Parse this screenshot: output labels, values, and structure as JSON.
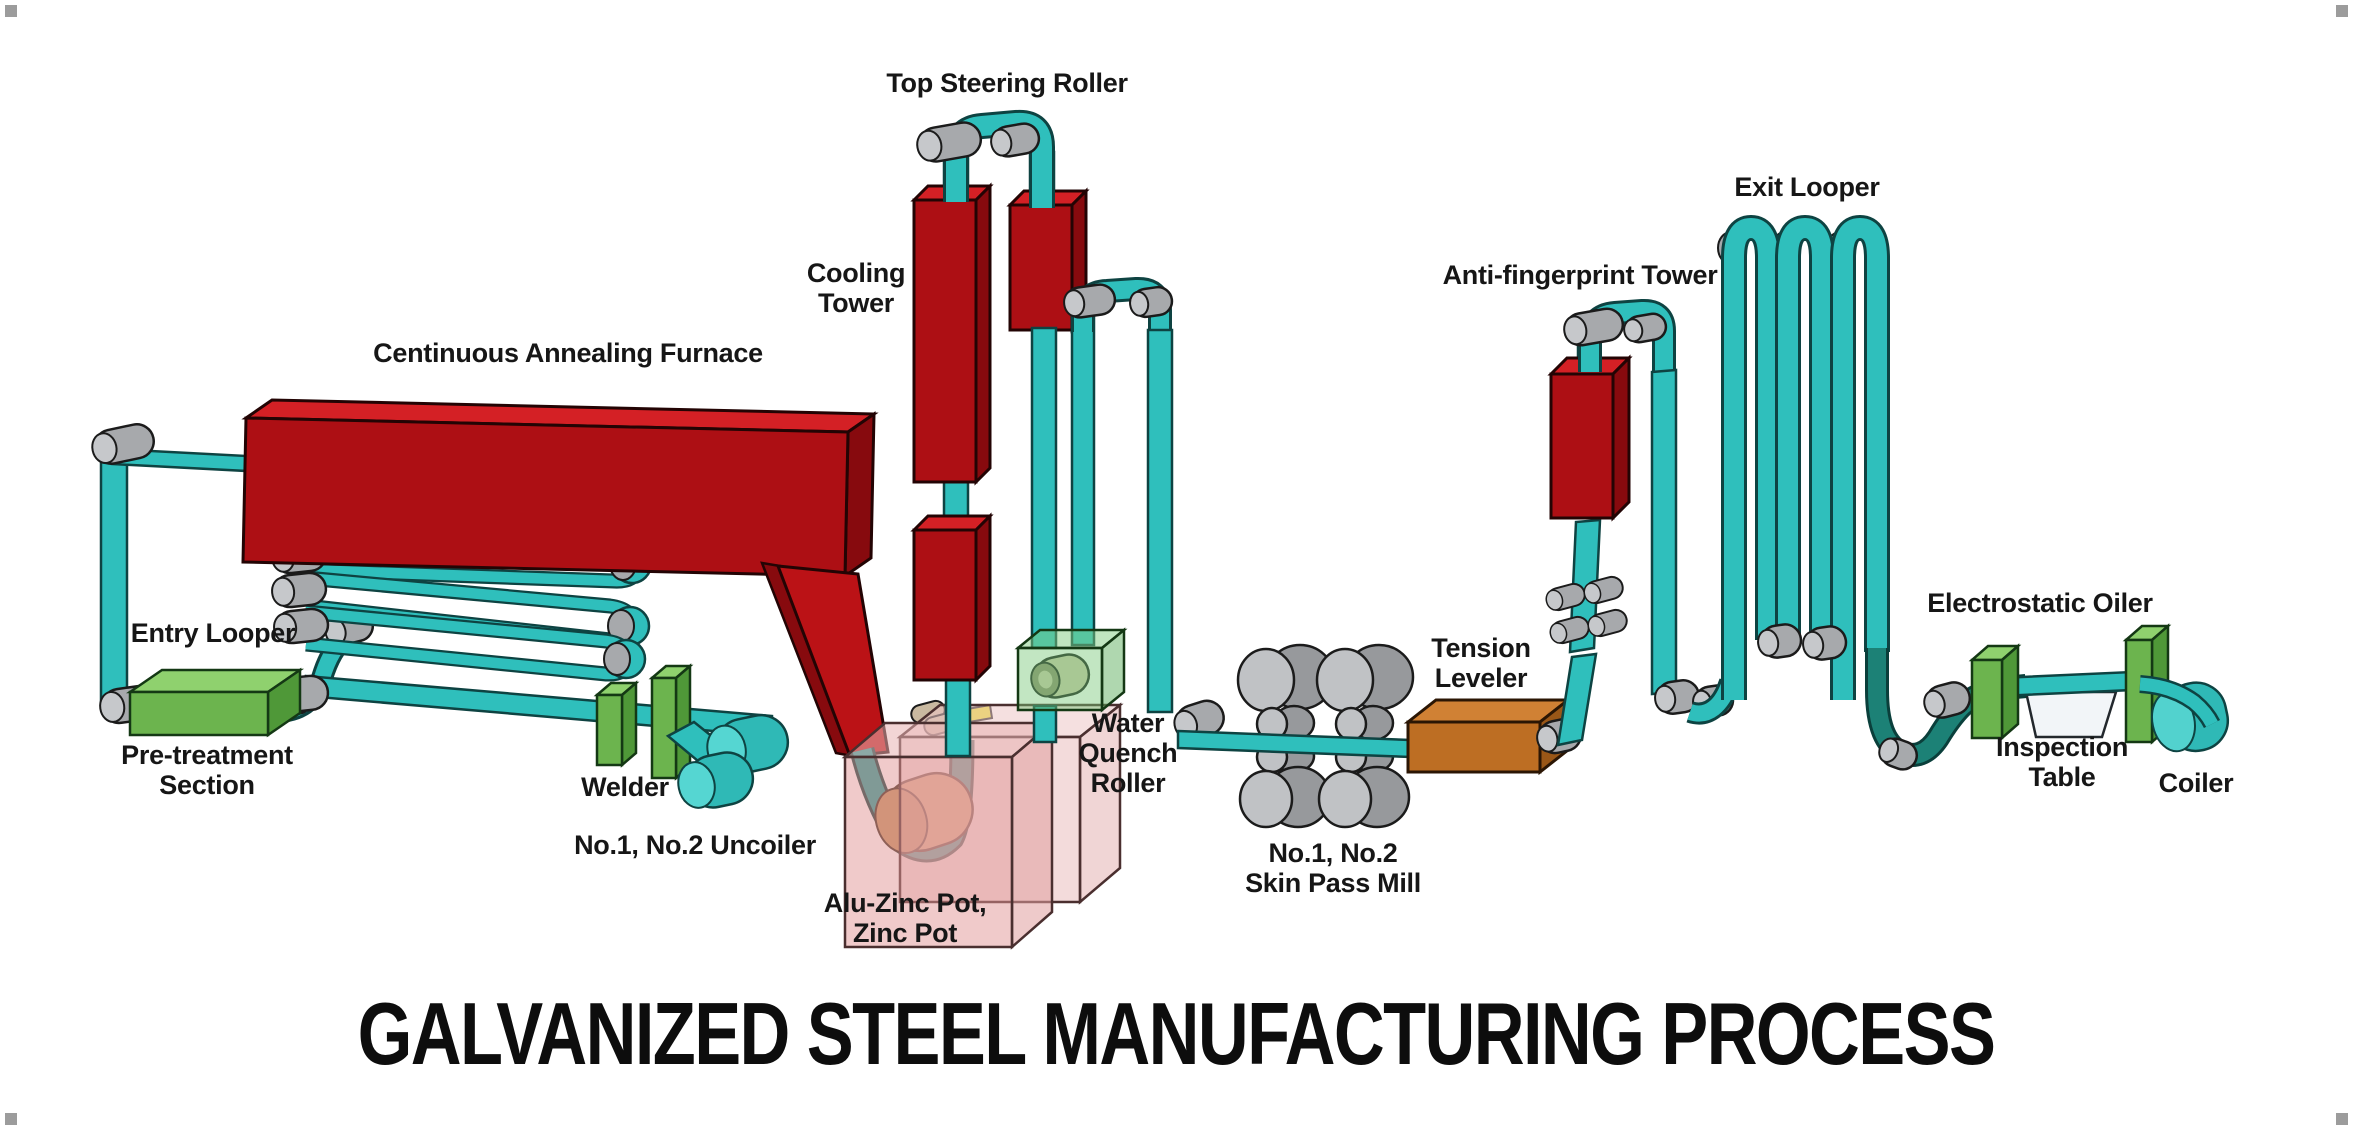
{
  "title": "GALVANIZED STEEL MANUFACTURING PROCESS",
  "labels": {
    "top_steering_roller": "Top Steering Roller",
    "annealing_furnace": "Centinuous Annealing Furnace",
    "cooling_tower": "Cooling\nTower",
    "entry_looper": "Entry Looper",
    "pretreatment": "Pre-treatment\nSection",
    "welder": "Welder",
    "uncoiler": "No.1, No.2 Uncoiler",
    "alu_zinc_pot": "Alu-Zinc Pot,\nZinc Pot",
    "water_quench": "Water\nQuench\nRoller",
    "skin_pass_mill": "No.1, No.2\nSkin Pass Mill",
    "tension_leveler": "Tension\nLeveler",
    "anti_fingerprint": "Anti-fingerprint Tower",
    "exit_looper": "Exit Looper",
    "electrostatic_oiler": "Electrostatic Oiler",
    "inspection_table": "Inspection\nTable",
    "coiler": "Coiler"
  },
  "colors": {
    "strip_teal": "#2FBFBC",
    "strip_teal_dark": "#1F9E97",
    "strip_outline": "#0E4342",
    "machine_red_front": "#AD0F14",
    "machine_red_top": "#D42025",
    "machine_red_side": "#870A0E",
    "machine_green_front": "#6CB44E",
    "machine_green_top": "#8FD16E",
    "machine_green_side": "#4F9838",
    "roller_gray_body": "#97999C",
    "roller_gray_face": "#C0C2C5",
    "leveler_orange_front": "#BD6E23",
    "leveler_orange_top": "#D08134",
    "pot_pink": "#E29B9B",
    "sink_roll_tan": "#D8AC7A",
    "guide_yellow": "#E8DF2E",
    "text_black": "#161616"
  }
}
